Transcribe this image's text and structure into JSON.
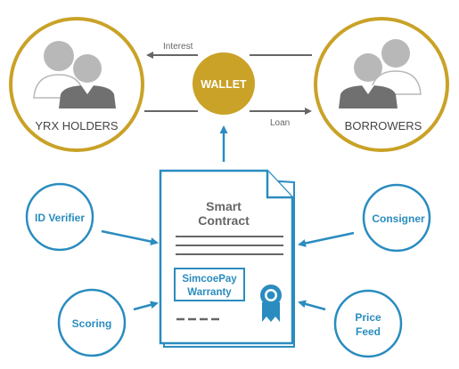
{
  "nodes": {
    "holders": {
      "label": "YRX HOLDERS"
    },
    "borrowers": {
      "label": "BORROWERS"
    },
    "wallet": {
      "label": "WALLET"
    },
    "contract": {
      "title_line1": "Smart",
      "title_line2": "Contract"
    },
    "warranty": {
      "line1": "SimcoePay",
      "line2": "Warranty"
    },
    "id_verifier": {
      "label": "ID Verifier"
    },
    "scoring": {
      "label": "Scoring"
    },
    "consigner": {
      "label": "Consigner"
    },
    "price_feed": {
      "line1": "Price",
      "line2": "Feed"
    }
  },
  "edges": {
    "interest": {
      "label": "Interest"
    },
    "loan": {
      "label": "Loan"
    }
  },
  "colors": {
    "gold": "#c9a227",
    "blue": "#2a8cbf",
    "gray_line": "#666666",
    "person_gray": "#b8b8b8",
    "person_dark": "#707070",
    "text_dark": "#444444"
  }
}
